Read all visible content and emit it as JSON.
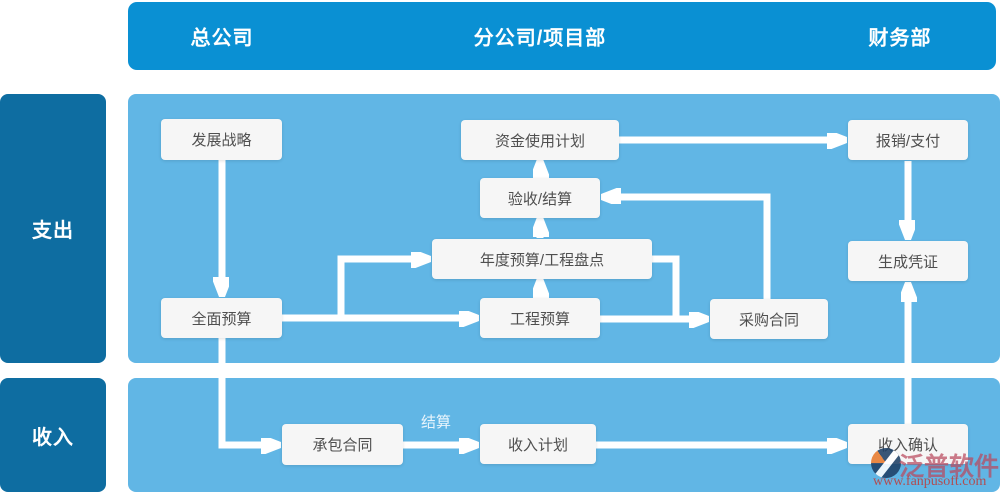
{
  "header": {
    "columns": [
      {
        "label": "总公司"
      },
      {
        "label": "分公司/项目部"
      },
      {
        "label": "财务部"
      }
    ]
  },
  "rows": [
    {
      "label": "支出"
    },
    {
      "label": "收入"
    }
  ],
  "nodes": {
    "development_strategy": "发展战略",
    "overall_budget": "全面预算",
    "fund_usage_plan": "资金使用计划",
    "acceptance_settlement": "验收/结算",
    "annual_budget_inventory": "年度预算/工程盘点",
    "project_budget": "工程预算",
    "purchase_contract": "采购合同",
    "reimbursement_payment": "报销/支付",
    "generate_voucher": "生成凭证",
    "contracting_contract": "承包合同",
    "income_plan": "收入计划",
    "income_confirmation": "收入确认"
  },
  "edges": {
    "settlement_label": "结算",
    "connections": [
      {
        "from": "development_strategy",
        "to": "overall_budget"
      },
      {
        "from": "overall_budget",
        "to": "project_budget"
      },
      {
        "from": "overall_budget",
        "to": "annual_budget_inventory"
      },
      {
        "from": "project_budget",
        "to": "annual_budget_inventory"
      },
      {
        "from": "annual_budget_inventory",
        "to": "acceptance_settlement"
      },
      {
        "from": "acceptance_settlement",
        "to": "fund_usage_plan"
      },
      {
        "from": "fund_usage_plan",
        "to": "reimbursement_payment"
      },
      {
        "from": "reimbursement_payment",
        "to": "generate_voucher"
      },
      {
        "from": "project_budget",
        "to": "purchase_contract"
      },
      {
        "from": "annual_budget_inventory",
        "to": "purchase_contract"
      },
      {
        "from": "purchase_contract",
        "to": "acceptance_settlement"
      },
      {
        "from": "overall_budget",
        "to": "contracting_contract"
      },
      {
        "from": "contracting_contract",
        "to": "income_plan",
        "label": "结算"
      },
      {
        "from": "income_plan",
        "to": "income_confirmation"
      },
      {
        "from": "income_confirmation",
        "to": "generate_voucher"
      }
    ]
  },
  "watermark": {
    "brand": "泛普软件",
    "url": "www.fanpusoft.com"
  },
  "colors": {
    "header_blue": "#0a90d3",
    "row_label_blue": "#0e6da1",
    "lane_blue": "#61b6e5",
    "node_background": "#f6f6f6",
    "node_text": "#4f4f4f",
    "arrow_white": "#ffffff",
    "watermark_red": "#c5322b"
  }
}
